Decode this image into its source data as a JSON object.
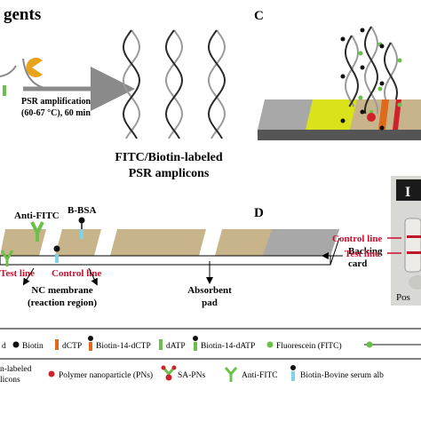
{
  "figure": {
    "panel_a": {
      "title_fragment": "gents",
      "arrow_label_line1": "PSR amplification",
      "arrow_label_line2": "(60-67 °C), 60 min",
      "product_label_line1": "FITC/Biotin-labeled",
      "product_label_line2": "PSR amplicons"
    },
    "panel_b": {
      "anti_fitc_label": "Anti-FITC",
      "bbsa_label": "B-BSA",
      "test_line_label": "Test line",
      "control_line_label": "Control line",
      "membrane_label_line1": "NC membrane",
      "membrane_label_line2": "(reaction region)",
      "absorbent_label_line1": "Absorbent",
      "absorbent_label_line2": "pad",
      "backing_label_line1": "Backing",
      "backing_label_line2": "card"
    },
    "panel_c": {
      "letter": "C"
    },
    "panel_d": {
      "letter": "D",
      "control_line_label": "Control line",
      "test_line_label": "Test line",
      "cassette_text_fragment": "Pos",
      "cassette_top_fragment": "I"
    },
    "legend": {
      "row1": [
        {
          "icon": "dna-strand",
          "label": "d"
        },
        {
          "icon": "biotin-dot",
          "label": "Biotin"
        },
        {
          "icon": "dctp-bar",
          "label": "dCTP"
        },
        {
          "icon": "biotin-dctp",
          "label": "Biotin-14-dCTP"
        },
        {
          "icon": "datp-bar",
          "label": "dATP"
        },
        {
          "icon": "biotin-datp",
          "label": "Biotin-14-dATP"
        },
        {
          "icon": "fluorescein-dot",
          "label": "Fluorescein (FITC)"
        }
      ],
      "row2_prefix_line1": "n-labeled",
      "row2_prefix_line2": "licons",
      "row2": [
        {
          "icon": "polymer-nanoparticle",
          "label": "Polymer nanoparticle (PNs)"
        },
        {
          "icon": "sa-pns",
          "label": "SA-PNs"
        },
        {
          "icon": "anti-fitc",
          "label": "Anti-FITC"
        },
        {
          "icon": "biotin-bsa",
          "label": "Biotin-Bovine serum alb"
        }
      ]
    },
    "colors": {
      "helix_grey": "#9a9a9a",
      "helix_black": "#2b2b2b",
      "biotin": "#111111",
      "fitc_green": "#6cc04a",
      "dctp_orange": "#e06a1b",
      "pn_red": "#d0202a",
      "sa_gold": "#e8a21c",
      "strip_tan": "#c8b48a",
      "strip_grey": "#a8a8a8",
      "strip_yellow": "#d9e21b",
      "text_red": "#c8102e",
      "arrow_grey": "#8a8a8a"
    }
  }
}
